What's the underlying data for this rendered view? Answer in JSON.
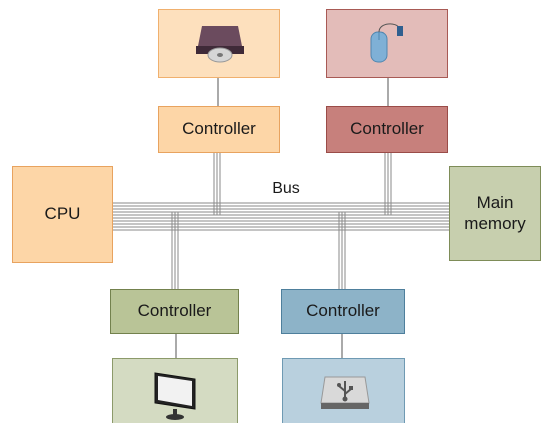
{
  "diagram": {
    "bus_label": "Bus",
    "cpu_label": "CPU",
    "memory_label_line1": "Main",
    "memory_label_line2": "memory",
    "controllers": {
      "top_left": "Controller",
      "top_right": "Controller",
      "bottom_left": "Controller",
      "bottom_right": "Controller"
    },
    "devices": {
      "top_left_icon": "optical-drive-icon",
      "top_right_icon": "mouse-icon",
      "bottom_left_icon": "monitor-icon",
      "bottom_right_icon": "usb-drive-icon"
    },
    "colors": {
      "orange": "#fdd6a7",
      "red": "#c7807c",
      "green": "#b9c497",
      "blue": "#8db3c8"
    }
  }
}
